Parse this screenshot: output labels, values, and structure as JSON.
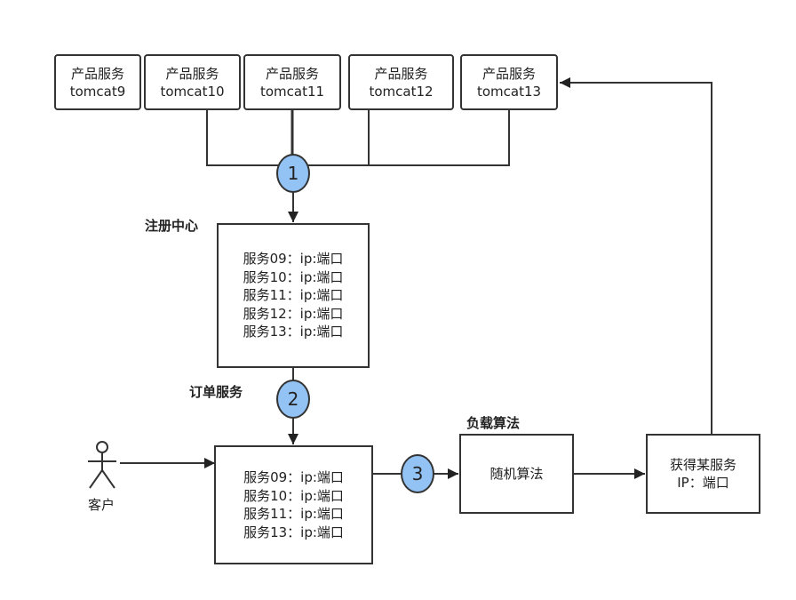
{
  "tomcats": [
    {
      "line1": "产品服务",
      "line2": "tomcat9"
    },
    {
      "line1": "产品服务",
      "line2": "tomcat10"
    },
    {
      "line1": "产品服务",
      "line2": "tomcat11"
    },
    {
      "line1": "产品服务",
      "line2": "tomcat12"
    },
    {
      "line1": "产品服务",
      "line2": "tomcat13"
    }
  ],
  "steps": [
    "1",
    "2",
    "3"
  ],
  "registry": {
    "label": "注册中心",
    "entries": [
      "服务09：ip:端口",
      "服务10：ip:端口",
      "服务11：ip:端口",
      "服务12：ip:端口",
      "服务13：ip:端口"
    ]
  },
  "order": {
    "label": "订单服务",
    "entries": [
      "服务09：ip:端口",
      "服务10：ip:端口",
      "服务11：ip:端口",
      "服务13：ip:端口"
    ]
  },
  "client": {
    "label": "客户"
  },
  "loadbalance": {
    "label": "负载算法",
    "box": "随机算法"
  },
  "result": {
    "line1": "获得某服务",
    "line2": "IP：端口"
  },
  "colors": {
    "step_fill": "#93c3f5",
    "stroke": "#333333"
  }
}
